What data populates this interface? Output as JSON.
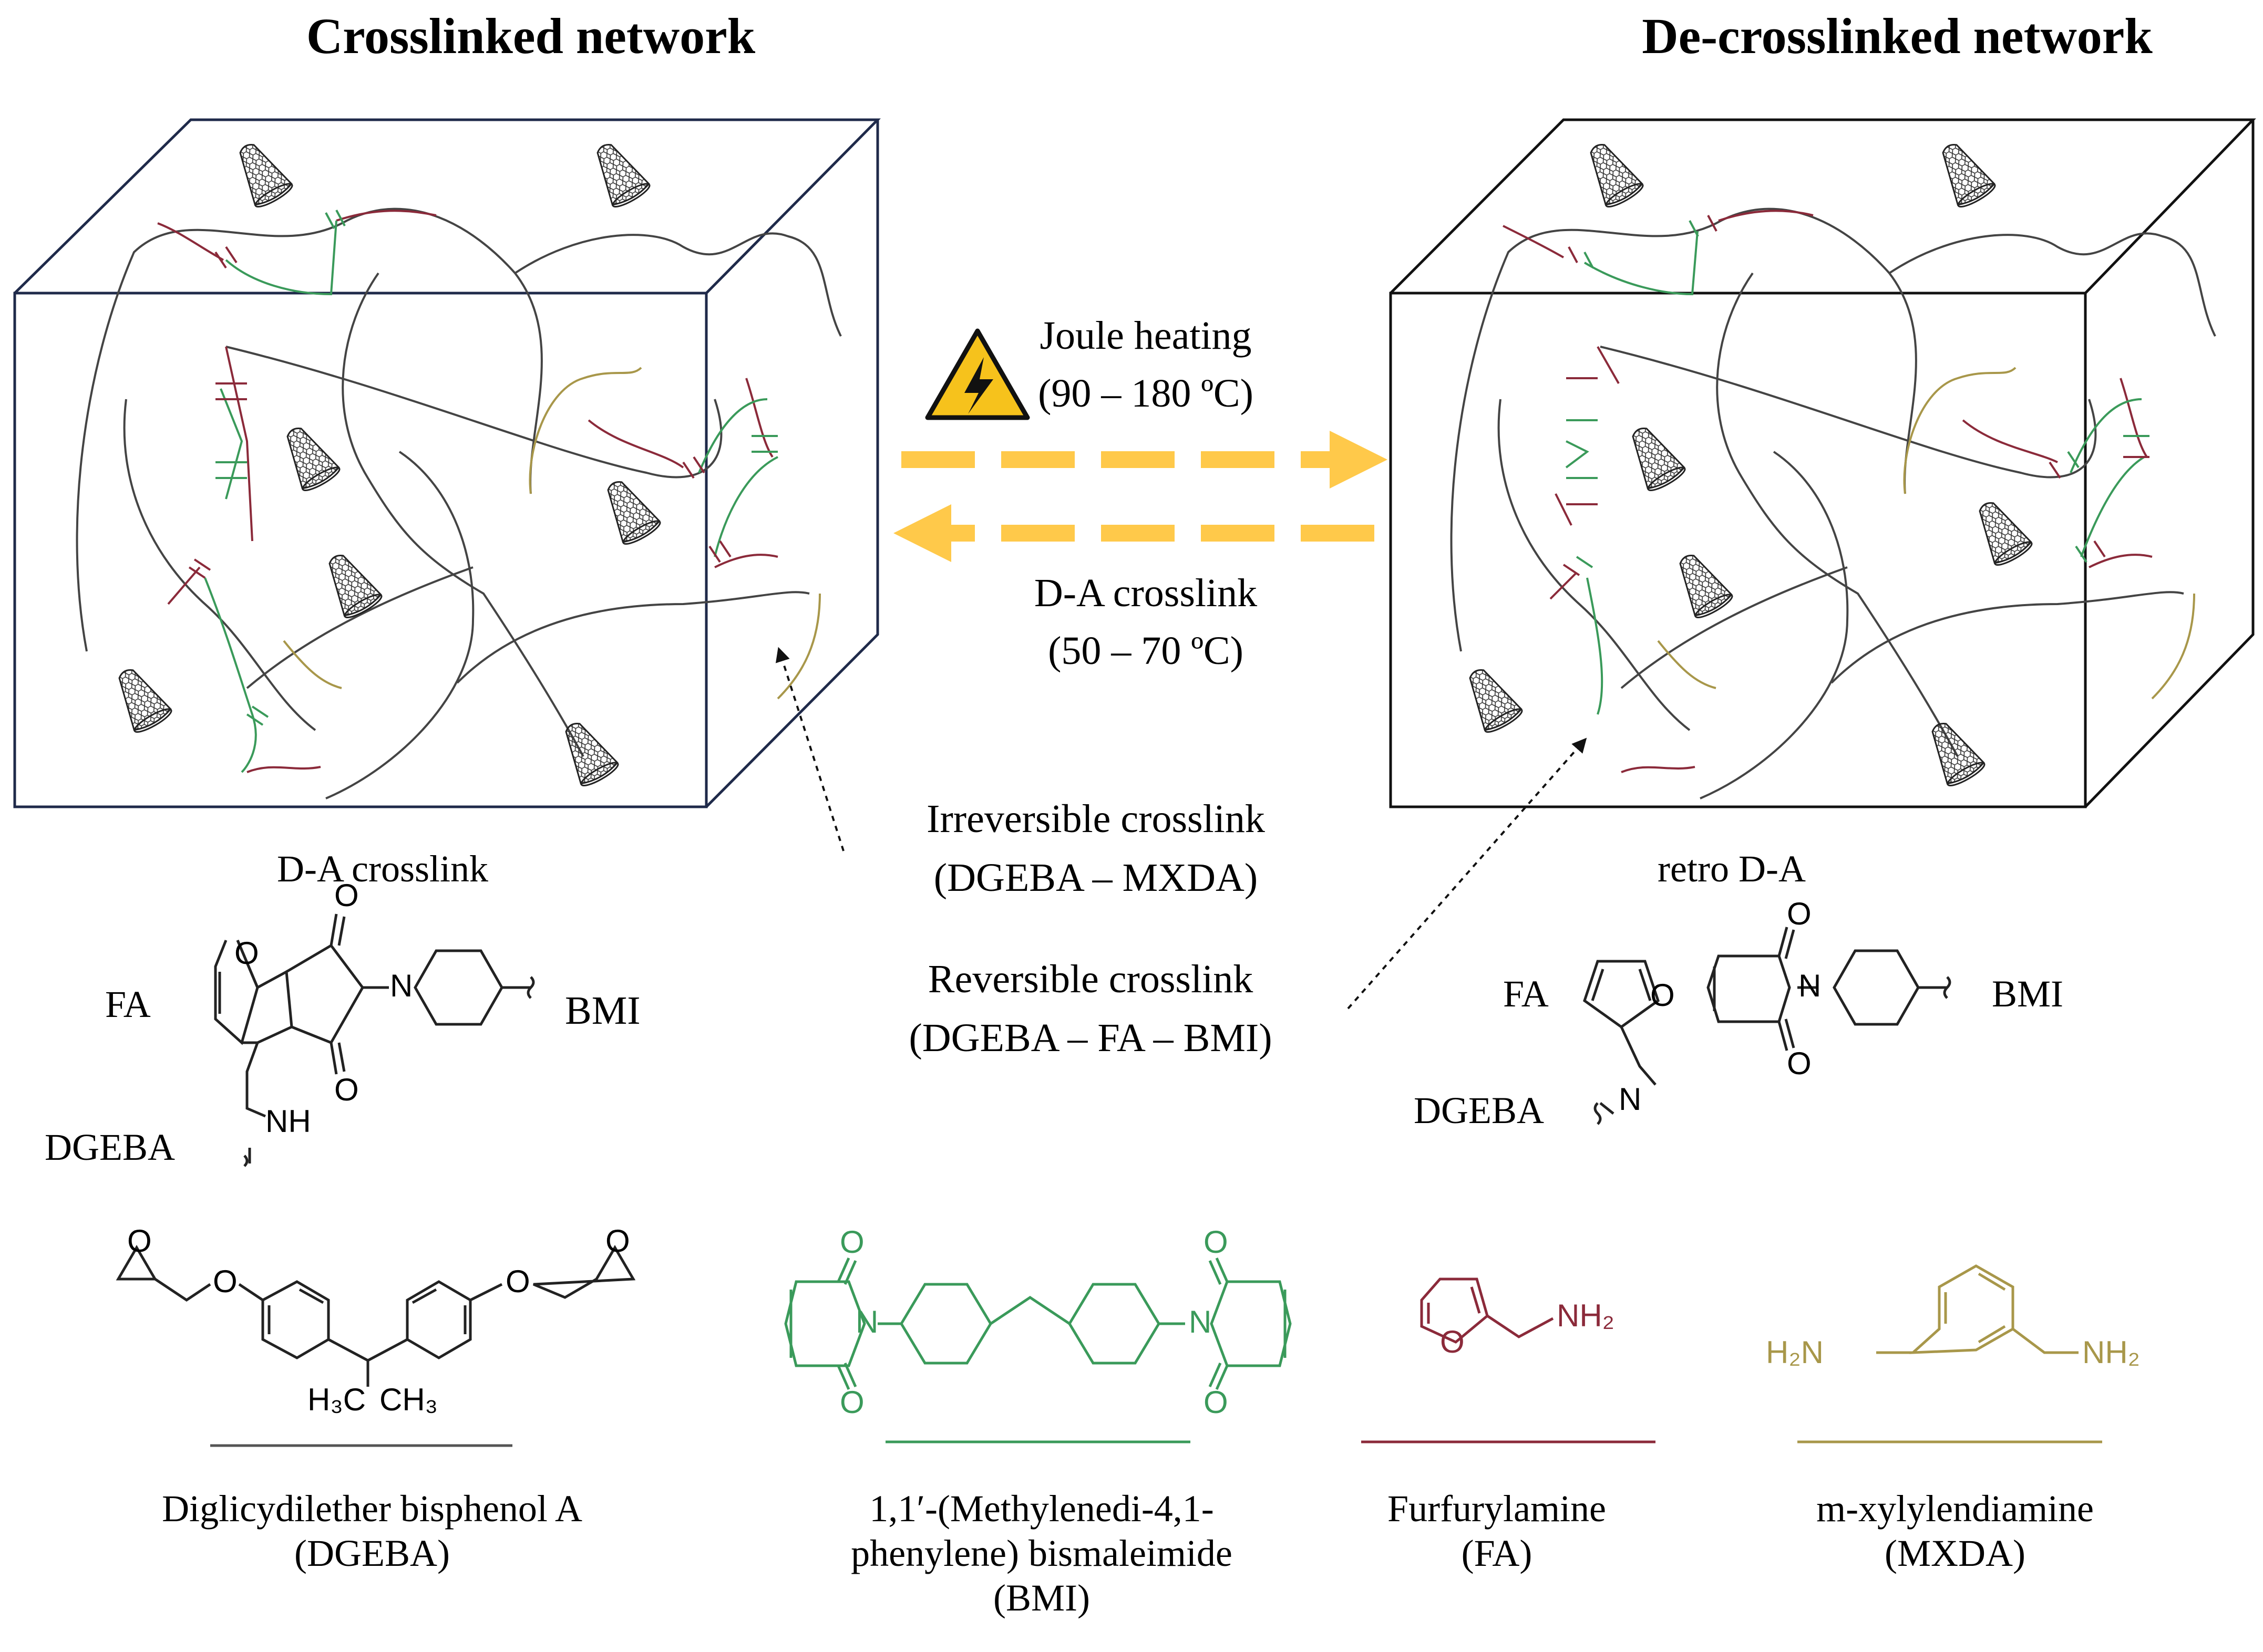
{
  "colors": {
    "box_stroke_left": "#1f2a4a",
    "box_stroke_right": "#111111",
    "chain": "#444444",
    "fa": "#8b2a3a",
    "bmi": "#3a9a5a",
    "mxda": "#a8974a",
    "arrow": "#ffc94a",
    "warning_fill": "#f6c21c"
  },
  "icons": [
    "cnt-cone-icon",
    "high-voltage-warning-icon"
  ],
  "titles": {
    "left": "Crosslinked network",
    "right": "De-crosslinked network"
  },
  "process": {
    "forward_title": "Joule heating",
    "forward_range": "(90 – 180 ºC)",
    "reverse_title": "D-A crosslink",
    "reverse_range": "(50 – 70 ºC)"
  },
  "crosslink_types": {
    "irreversible_title": "Irreversible crosslink",
    "irreversible_components": "(DGEBA – MXDA)",
    "reversible_title": "Reversible crosslink",
    "reversible_components": "(DGEBA – FA – BMI)"
  },
  "adduct_left": {
    "title": "D-A crosslink",
    "fa": "FA",
    "bmi": "BMI",
    "dgeba": "DGEBA",
    "nh": "NH",
    "o1": "O",
    "o2": "O",
    "o3": "O",
    "n": "N"
  },
  "adduct_right": {
    "title": "retro D-A",
    "fa": "FA",
    "bmi": "BMI",
    "dgeba": "DGEBA",
    "nh": "N",
    "o1": "O",
    "o2": "O",
    "o3": "O",
    "n": "N"
  },
  "molecules": [
    {
      "key": "dgeba",
      "line1": "Diglicydilether bisphenol A",
      "line2": "(DGEBA)",
      "line3": "",
      "atoms": {
        "o1": "O",
        "o2": "O",
        "o3": "O",
        "o4": "O",
        "me1": "H₃C",
        "me2": "CH₃"
      }
    },
    {
      "key": "bmi",
      "line1": "1,1′-(Methylenedi-4,1-",
      "line2": "phenylene) bismaleimide",
      "line3": "(BMI)",
      "atoms": {
        "o1": "O",
        "o2": "O",
        "o3": "O",
        "o4": "O",
        "n1": "N",
        "n2": "N"
      }
    },
    {
      "key": "fa",
      "line1": "Furfurylamine",
      "line2": "(FA)",
      "line3": "",
      "atoms": {
        "o": "O",
        "nh2": "NH₂"
      }
    },
    {
      "key": "mxda",
      "line1": "m-xylylendiamine",
      "line2": "(MXDA)",
      "line3": "",
      "atoms": {
        "h2n": "H₂N",
        "nh2": "NH₂"
      }
    }
  ]
}
